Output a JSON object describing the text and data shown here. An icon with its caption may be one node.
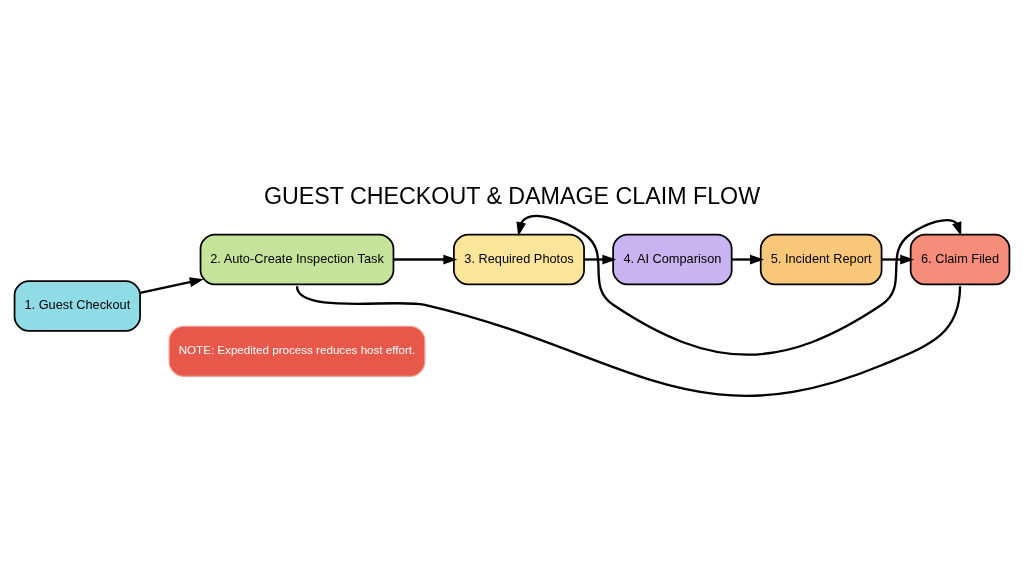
{
  "diagram": {
    "title": "GUEST CHECKOUT & DAMAGE CLAIM FLOW",
    "nodes": [
      {
        "text": [
          "1. Guest Checkout"
        ]
      },
      {
        "text": [
          "2. Auto-Create Inspection Task"
        ]
      },
      {
        "text": [
          "3. Required Photos"
        ]
      },
      {
        "text": [
          "4. AI Comparison"
        ]
      },
      {
        "text": [
          "5. Incident Report"
        ]
      },
      {
        "text": [
          "6. Claim Filed"
        ]
      },
      {
        "text": [
          "NOTE: Expedited process reduces host effort."
        ]
      }
    ],
    "edges": [
      {
        "from": 0,
        "to": 1,
        "arrow": "to"
      },
      {
        "from": 1,
        "to": 2,
        "arrow": "to"
      },
      {
        "from": 2,
        "to": 3,
        "arrow": "to"
      },
      {
        "from": 3,
        "to": 4,
        "arrow": "to"
      },
      {
        "from": 4,
        "to": 5,
        "arrow": "to"
      },
      {
        "from": 2,
        "to": 5,
        "arrow": "both"
      },
      {
        "from": 1,
        "to": 5,
        "arrow": "none"
      }
    ]
  }
}
